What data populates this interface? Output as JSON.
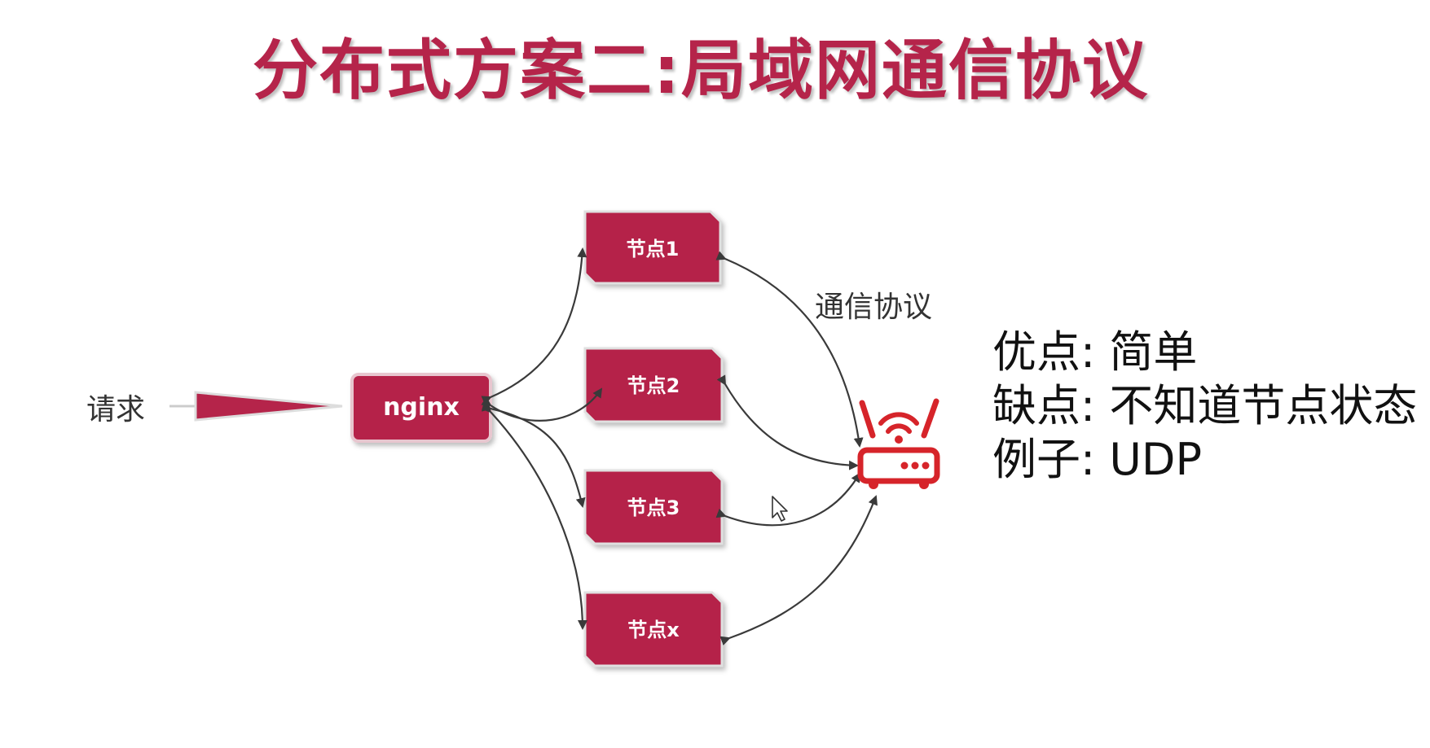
{
  "title": "分布式方案二:局域网通信协议",
  "labels": {
    "request": "请求",
    "protocol": "通信协议"
  },
  "nodes": {
    "nginx": "nginx",
    "node1": "节点1",
    "node2": "节点2",
    "node3": "节点3",
    "nodex": "节点x"
  },
  "info": {
    "pros": "优点: 简单",
    "cons": "缺点: 不知道节点状态",
    "example": "例子: UDP"
  },
  "colors": {
    "accent": "#b5244a",
    "arrow": "#3a3a3a"
  },
  "icons": {
    "router": "wifi-router-icon",
    "cursor": "mouse-cursor-icon"
  }
}
